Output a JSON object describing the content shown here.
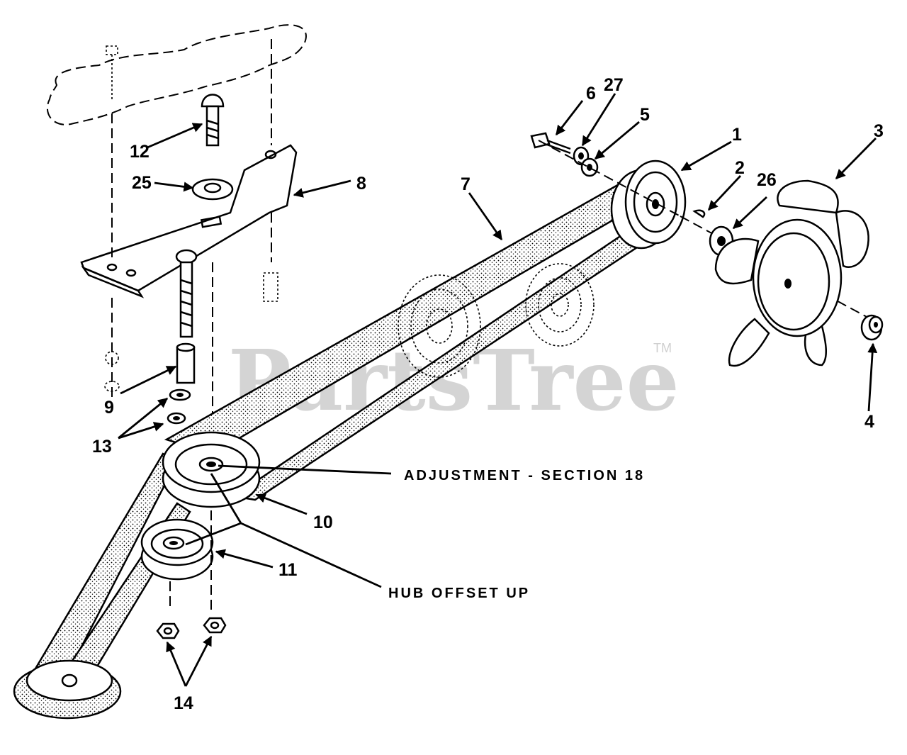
{
  "watermark": {
    "text": "PartsTree",
    "trademark": "TM"
  },
  "callouts": {
    "c1": "1",
    "c2": "2",
    "c3": "3",
    "c4": "4",
    "c5": "5",
    "c6": "6",
    "c7": "7",
    "c8": "8",
    "c9": "9",
    "c10": "10",
    "c11": "11",
    "c12": "12",
    "c13": "13",
    "c14": "14",
    "c25": "25",
    "c26": "26",
    "c27": "27"
  },
  "notes": {
    "adjustment": "ADJUSTMENT - SECTION 18",
    "hub_offset": "HUB OFFSET UP"
  }
}
